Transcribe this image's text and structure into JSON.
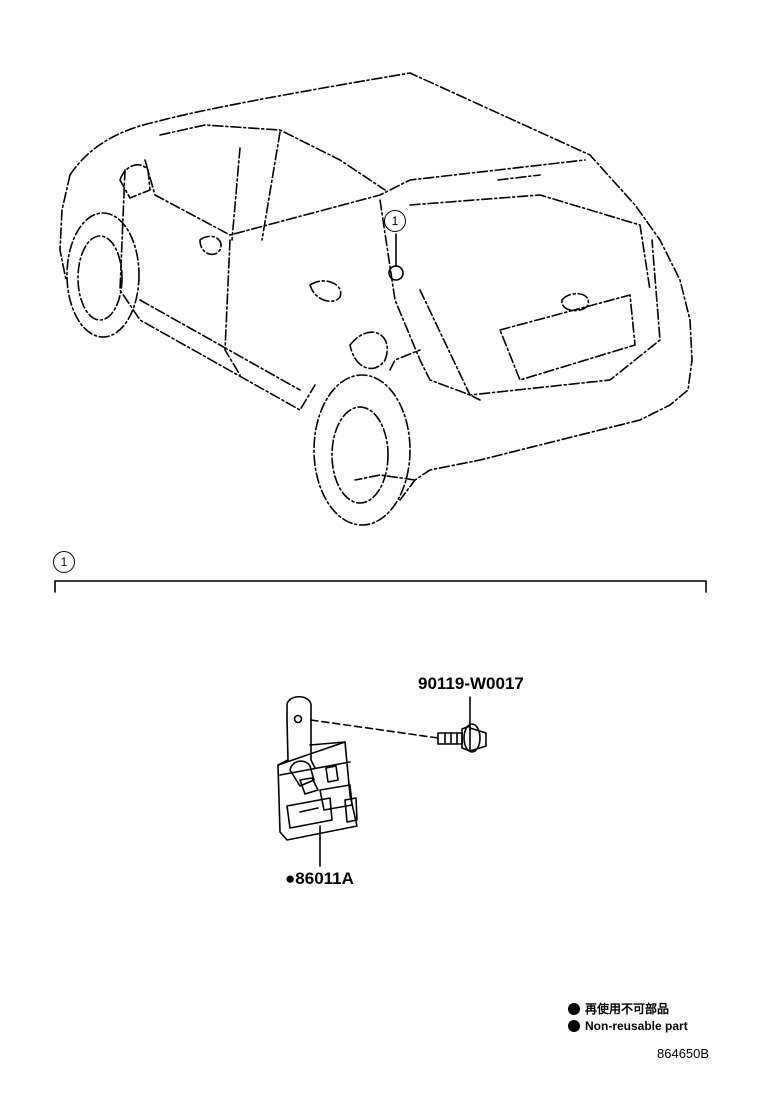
{
  "callout": {
    "number": "1"
  },
  "parts": {
    "bolt": "90119-W0017",
    "module_marker": "●",
    "module": "86011A"
  },
  "legend": {
    "marker": "●",
    "jp": "再使用不可部品",
    "en": "Non-reusable part"
  },
  "figure_id": "864650B",
  "colors": {
    "line": "#000000",
    "background": "#ffffff"
  }
}
